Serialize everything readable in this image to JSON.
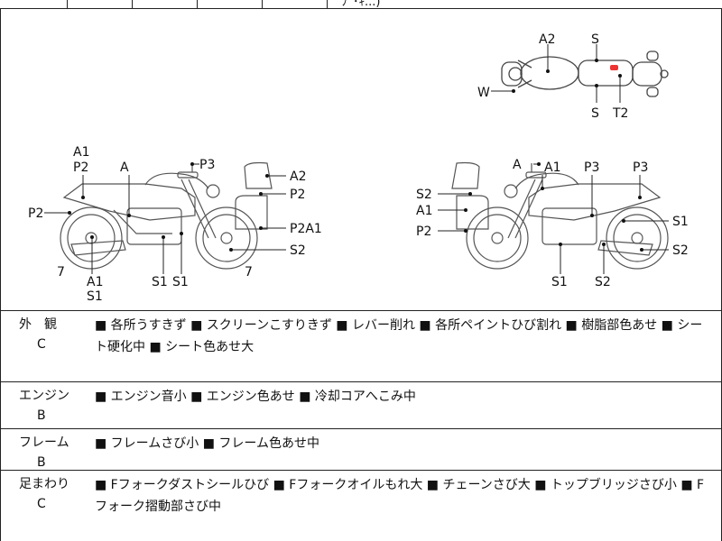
{
  "top_strip": {
    "fragment": "ﾌﾞ･ｷ...)"
  },
  "diagram": {
    "top_view": {
      "labels": [
        "A2",
        "S",
        "W",
        "S",
        "T2"
      ]
    },
    "left_view": {
      "labels": [
        "A1",
        "P2",
        "P2",
        "A",
        "P3",
        "A2",
        "P2",
        "P2A1",
        "S2",
        "7",
        "A1",
        "S1",
        "S1",
        "S1",
        "7"
      ]
    },
    "right_view": {
      "labels": [
        "A",
        "A1",
        "P3",
        "P3",
        "S2",
        "A1",
        "S1",
        "P2",
        "S2",
        "S1",
        "S2"
      ]
    }
  },
  "conditions": [
    {
      "category": "外　観",
      "grade": "C",
      "text": "■ 各所うすきず ■ スクリーンこすりきず ■ レバー削れ ■ 各所ペイントひび割れ ■ 樹脂部色あせ ■ シート硬化中 ■ シート色あせ大"
    },
    {
      "category": "エンジン",
      "grade": "B",
      "text": "■ エンジン音小 ■ エンジン色あせ ■ 冷却コアへこみ中"
    },
    {
      "category": "フレーム",
      "grade": "B",
      "text": "■ フレームさび小 ■ フレーム色あせ中"
    },
    {
      "category": "足まわり",
      "grade": "C",
      "text": "■ Fフォークダストシールひび ■ Fフォークオイルもれ大 ■ チェーンさび大 ■ トップブリッジさび小 ■ Fフォーク摺動部さび中"
    }
  ]
}
